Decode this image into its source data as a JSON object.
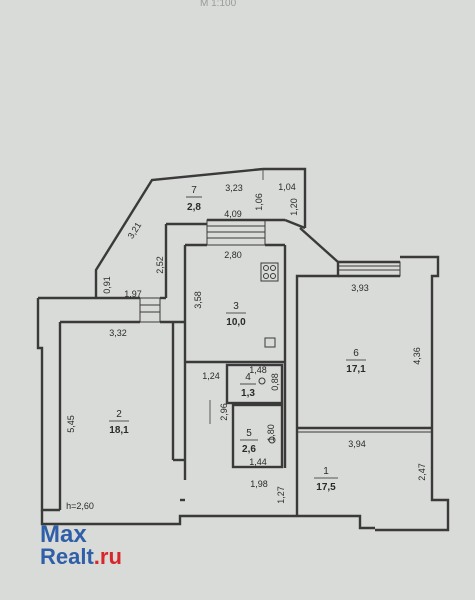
{
  "scale_label": "М 1:100",
  "rooms": [
    {
      "number": "1",
      "area": "17,5"
    },
    {
      "number": "2",
      "area": "18,1"
    },
    {
      "number": "3",
      "area": "10,0"
    },
    {
      "number": "4",
      "area": "1,3"
    },
    {
      "number": "5",
      "area": "2,6"
    },
    {
      "number": "6",
      "area": "17,1"
    },
    {
      "number": "7",
      "area": "2,8"
    }
  ],
  "dimensions": {
    "d_323": "3,23",
    "d_104": "1,04",
    "d_106": "1,06",
    "d_409": "4,09",
    "d_120": "1,20",
    "d_321": "3,21",
    "d_252": "2,52",
    "d_280": "2,80",
    "d_091": "0,91",
    "d_197": "1,97",
    "d_358": "3,58",
    "d_393": "3,93",
    "d_332": "3,32",
    "d_436": "4,36",
    "d_148": "1,48",
    "d_124": "1,24",
    "d_088": "0,88",
    "d_545": "5,45",
    "d_296": "2,96",
    "d_180": "1,80",
    "d_394": "3,94",
    "d_144": "1,44",
    "d_198": "1,98",
    "d_247": "2,47",
    "d_127": "1,27",
    "ceiling": "h=2,60"
  },
  "watermark": {
    "line1": "Max",
    "line2a": "Realt",
    "line2b": ".ru"
  }
}
